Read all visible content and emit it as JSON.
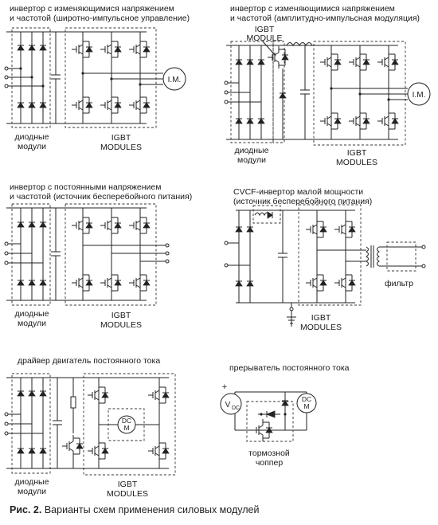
{
  "blocks": {
    "pwm": {
      "title_line1": "инвертор с изменяющимися напряжением",
      "title_line2": "и частотой (широтно-импульсное управление)",
      "diode_label_line1": "диодные",
      "diode_label_line2": "модули",
      "igbt_label_line1": "IGBT",
      "igbt_label_line2": "MODULES",
      "motor_label": "I.M."
    },
    "pam": {
      "title_line1": "инвертор с изменяющимися напряжением",
      "title_line2": "и частотой (амплитудно-импульсная модуляция)",
      "igbt_module_line1": "IGBT",
      "igbt_module_line2": "MODULE",
      "diode_label_line1": "диодные",
      "diode_label_line2": "модули",
      "igbt_label_line1": "IGBT",
      "igbt_label_line2": "MODULES",
      "motor_label": "I.M."
    },
    "ups": {
      "title_line1": "инвертор с постоянными напряжением",
      "title_line2": "и частотой (источник бесперебойного питания)",
      "diode_label_line1": "диодные",
      "diode_label_line2": "модули",
      "igbt_label_line1": "IGBT",
      "igbt_label_line2": "MODULES"
    },
    "cvcf": {
      "title_line1": "CVCF-инвертор малой мощности",
      "title_line2": "(источник бесперебойного питания)",
      "filter_label": "фильтр",
      "igbt_label_line1": "IGBT",
      "igbt_label_line2": "MODULES"
    },
    "dc_drive": {
      "title": "драйвер двигатель постоянного тока",
      "diode_label_line1": "диодные",
      "diode_label_line2": "модули",
      "igbt_label_line1": "IGBT",
      "igbt_label_line2": "MODULES",
      "motor_line1": "DC",
      "motor_line2": "M"
    },
    "chopper": {
      "title": "прерыватель постоянного тока",
      "source_main": "V",
      "source_sub": "DC",
      "plus_sign": "+",
      "motor_line1": "DC",
      "motor_line2": "M",
      "brake_line1": "тормозной",
      "brake_line2": "чоппер"
    }
  },
  "caption": {
    "fig_label": "Рис. 2.",
    "text": "Варианты схем применения силовых модулей"
  }
}
